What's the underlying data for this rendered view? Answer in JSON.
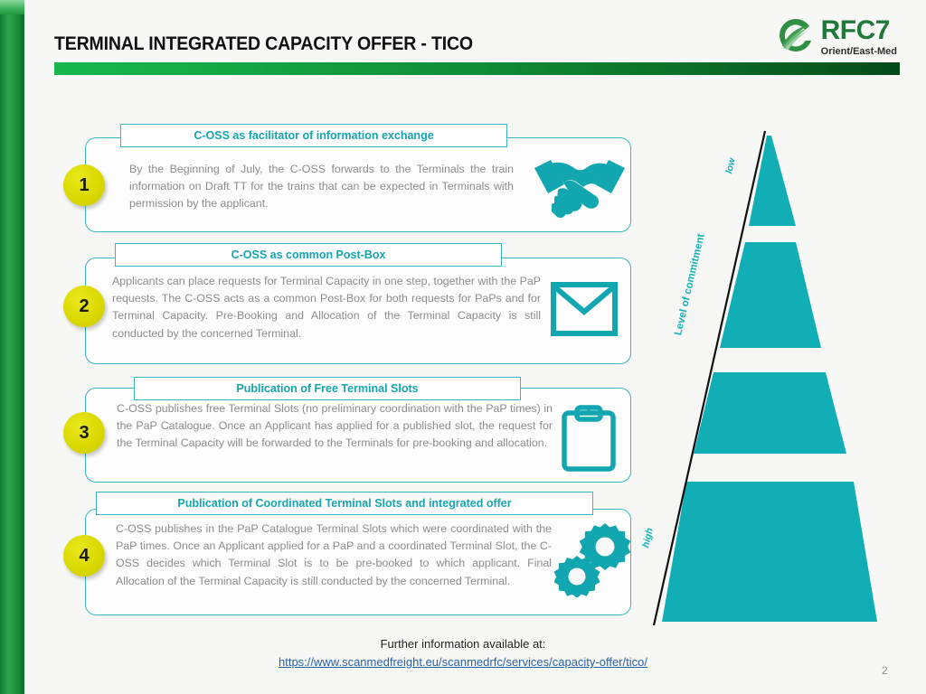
{
  "slide": {
    "title": "TERMINAL INTEGRATED CAPACITY OFFER - TICO",
    "page_number": "2",
    "background_color": "#f7f8f6",
    "accent_teal": "#14a5ae",
    "accent_green": "#1d8f3c",
    "badge_yellow": "#dbd900"
  },
  "logo": {
    "mark": "leaf-circle-icon",
    "name": "RFC7",
    "subtitle": "Orient/East-Med"
  },
  "cards": [
    {
      "number": "1",
      "header": "C-OSS as facilitator of information exchange",
      "body": "By the Beginning of July, the C-OSS forwards to the Terminals the train information on Draft TT for the trains that can be expected in Terminals with permission by the applicant.",
      "icon": "handshake-icon"
    },
    {
      "number": "2",
      "header": "C-OSS as common Post-Box",
      "body": "Applicants can place requests for Terminal Capacity in one step, together with the PaP requests. The C-OSS acts as a common Post-Box for both requests for PaPs and for Terminal Capacity. Pre-Booking and Allocation of the Terminal Capacity is still conducted by the concerned Terminal.",
      "icon": "envelope-icon"
    },
    {
      "number": "3",
      "header": "Publication of Free Terminal Slots",
      "body": "C-OSS publishes free Terminal Slots (no preliminary coordination with the PaP times) in the PaP Catalogue. Once an Applicant has applied for a published slot, the request for the Terminal Capacity will be forwarded to the Terminals for pre-booking and allocation.",
      "icon": "clipboard-icon"
    },
    {
      "number": "4",
      "header": "Publication of Coordinated Terminal Slots and integrated offer",
      "body": "C-OSS publishes in the PaP Catalogue Terminal Slots which were coordinated with the PaP times. Once an Applicant applied for a PaP and a coordinated Terminal Slot, the C-OSS decides which Terminal Slot is to be pre-booked to which applicant. Final Allocation of the Terminal Capacity is still conducted by the concerned Terminal.",
      "icon": "gears-icon"
    }
  ],
  "pyramid": {
    "axis_title": "Level of commitment",
    "top_label": "low",
    "bottom_label": "high",
    "segments": 4,
    "color": "#11afb5"
  },
  "footer": {
    "line1": "Further information available at:",
    "link": "https://www.scanmedfreight.eu/scanmedrfc/services/capacity-offer/tico/"
  }
}
